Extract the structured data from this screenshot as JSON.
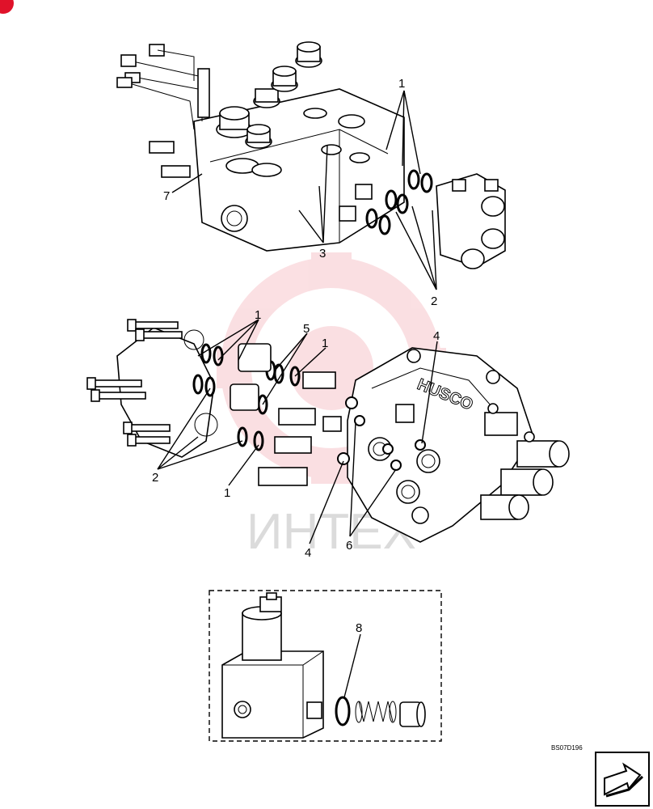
{
  "diagram": {
    "brand_text": "HUSCO",
    "drawing_code": "BS07D196",
    "watermark_text": "ИНТЕХ",
    "callouts": {
      "top": {
        "c1": "1",
        "c2": "2",
        "c3": "3",
        "c7": "7"
      },
      "middle": {
        "c1a": "1",
        "c1b": "1",
        "c1c": "1",
        "c2": "2",
        "c4a": "4",
        "c4b": "4",
        "c5": "5",
        "c6": "6"
      },
      "bottom": {
        "c8": "8"
      }
    }
  },
  "colors": {
    "watermark": "#e0122a",
    "line": "#000000",
    "background": "#ffffff"
  },
  "icons": {
    "corner_logo": "brand-logo-icon",
    "next_page": "next-page-arrow-icon"
  }
}
